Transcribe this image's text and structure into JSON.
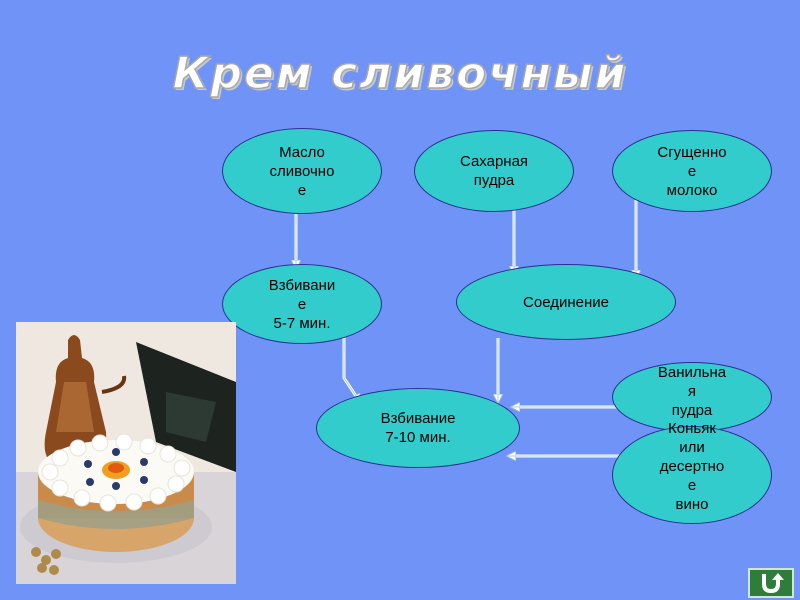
{
  "title": "Крем  сливочный",
  "nodes": {
    "butter": "Масло\nсливочно\nе",
    "sugar": "Сахарная\nпудра",
    "milk": "Сгущенно\nе\nмолоко",
    "whip1": "Взбивани\nе\n5-7 мин.",
    "combine": "Соединение",
    "whip2": "Взбивание\n7-10 мин.",
    "vanilla": "Ванильна\nя\nпудра",
    "cognac": "Коньяк\nили\nдесертно\nе\nвино"
  },
  "colors": {
    "background": "#6f93f7",
    "node_fill": "#33cccc",
    "node_border": "#2a2f8f",
    "arrow": "#b8dcf0"
  },
  "nav": {
    "icon": "u-turn-back-icon"
  }
}
